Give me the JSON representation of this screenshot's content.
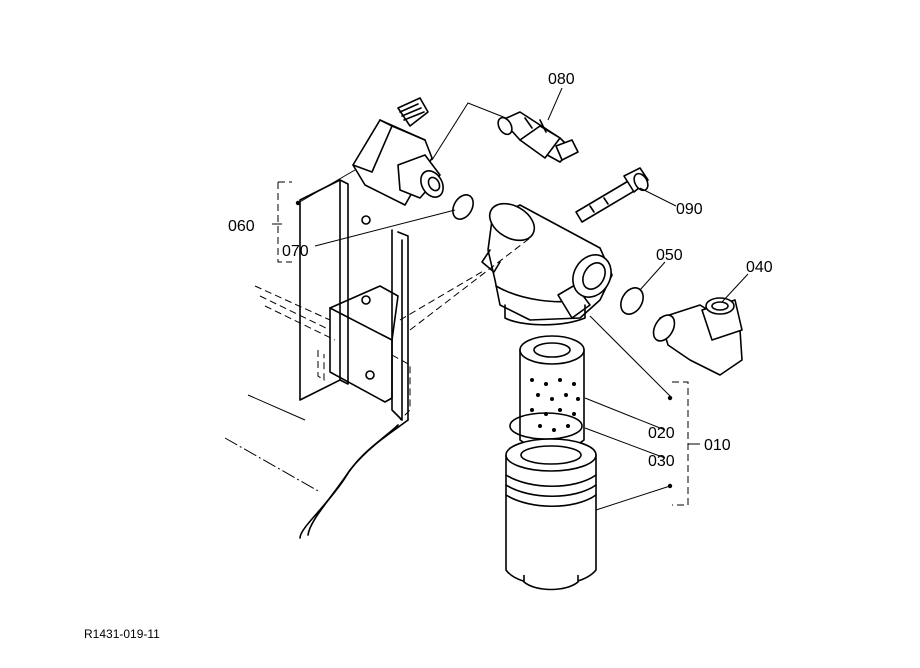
{
  "callouts": {
    "c010": "010",
    "c020": "020",
    "c030": "030",
    "c040": "040",
    "c050": "050",
    "c060": "060",
    "c070": "070",
    "c080": "080",
    "c090": "090"
  },
  "reference_code": "R1431-019-11"
}
